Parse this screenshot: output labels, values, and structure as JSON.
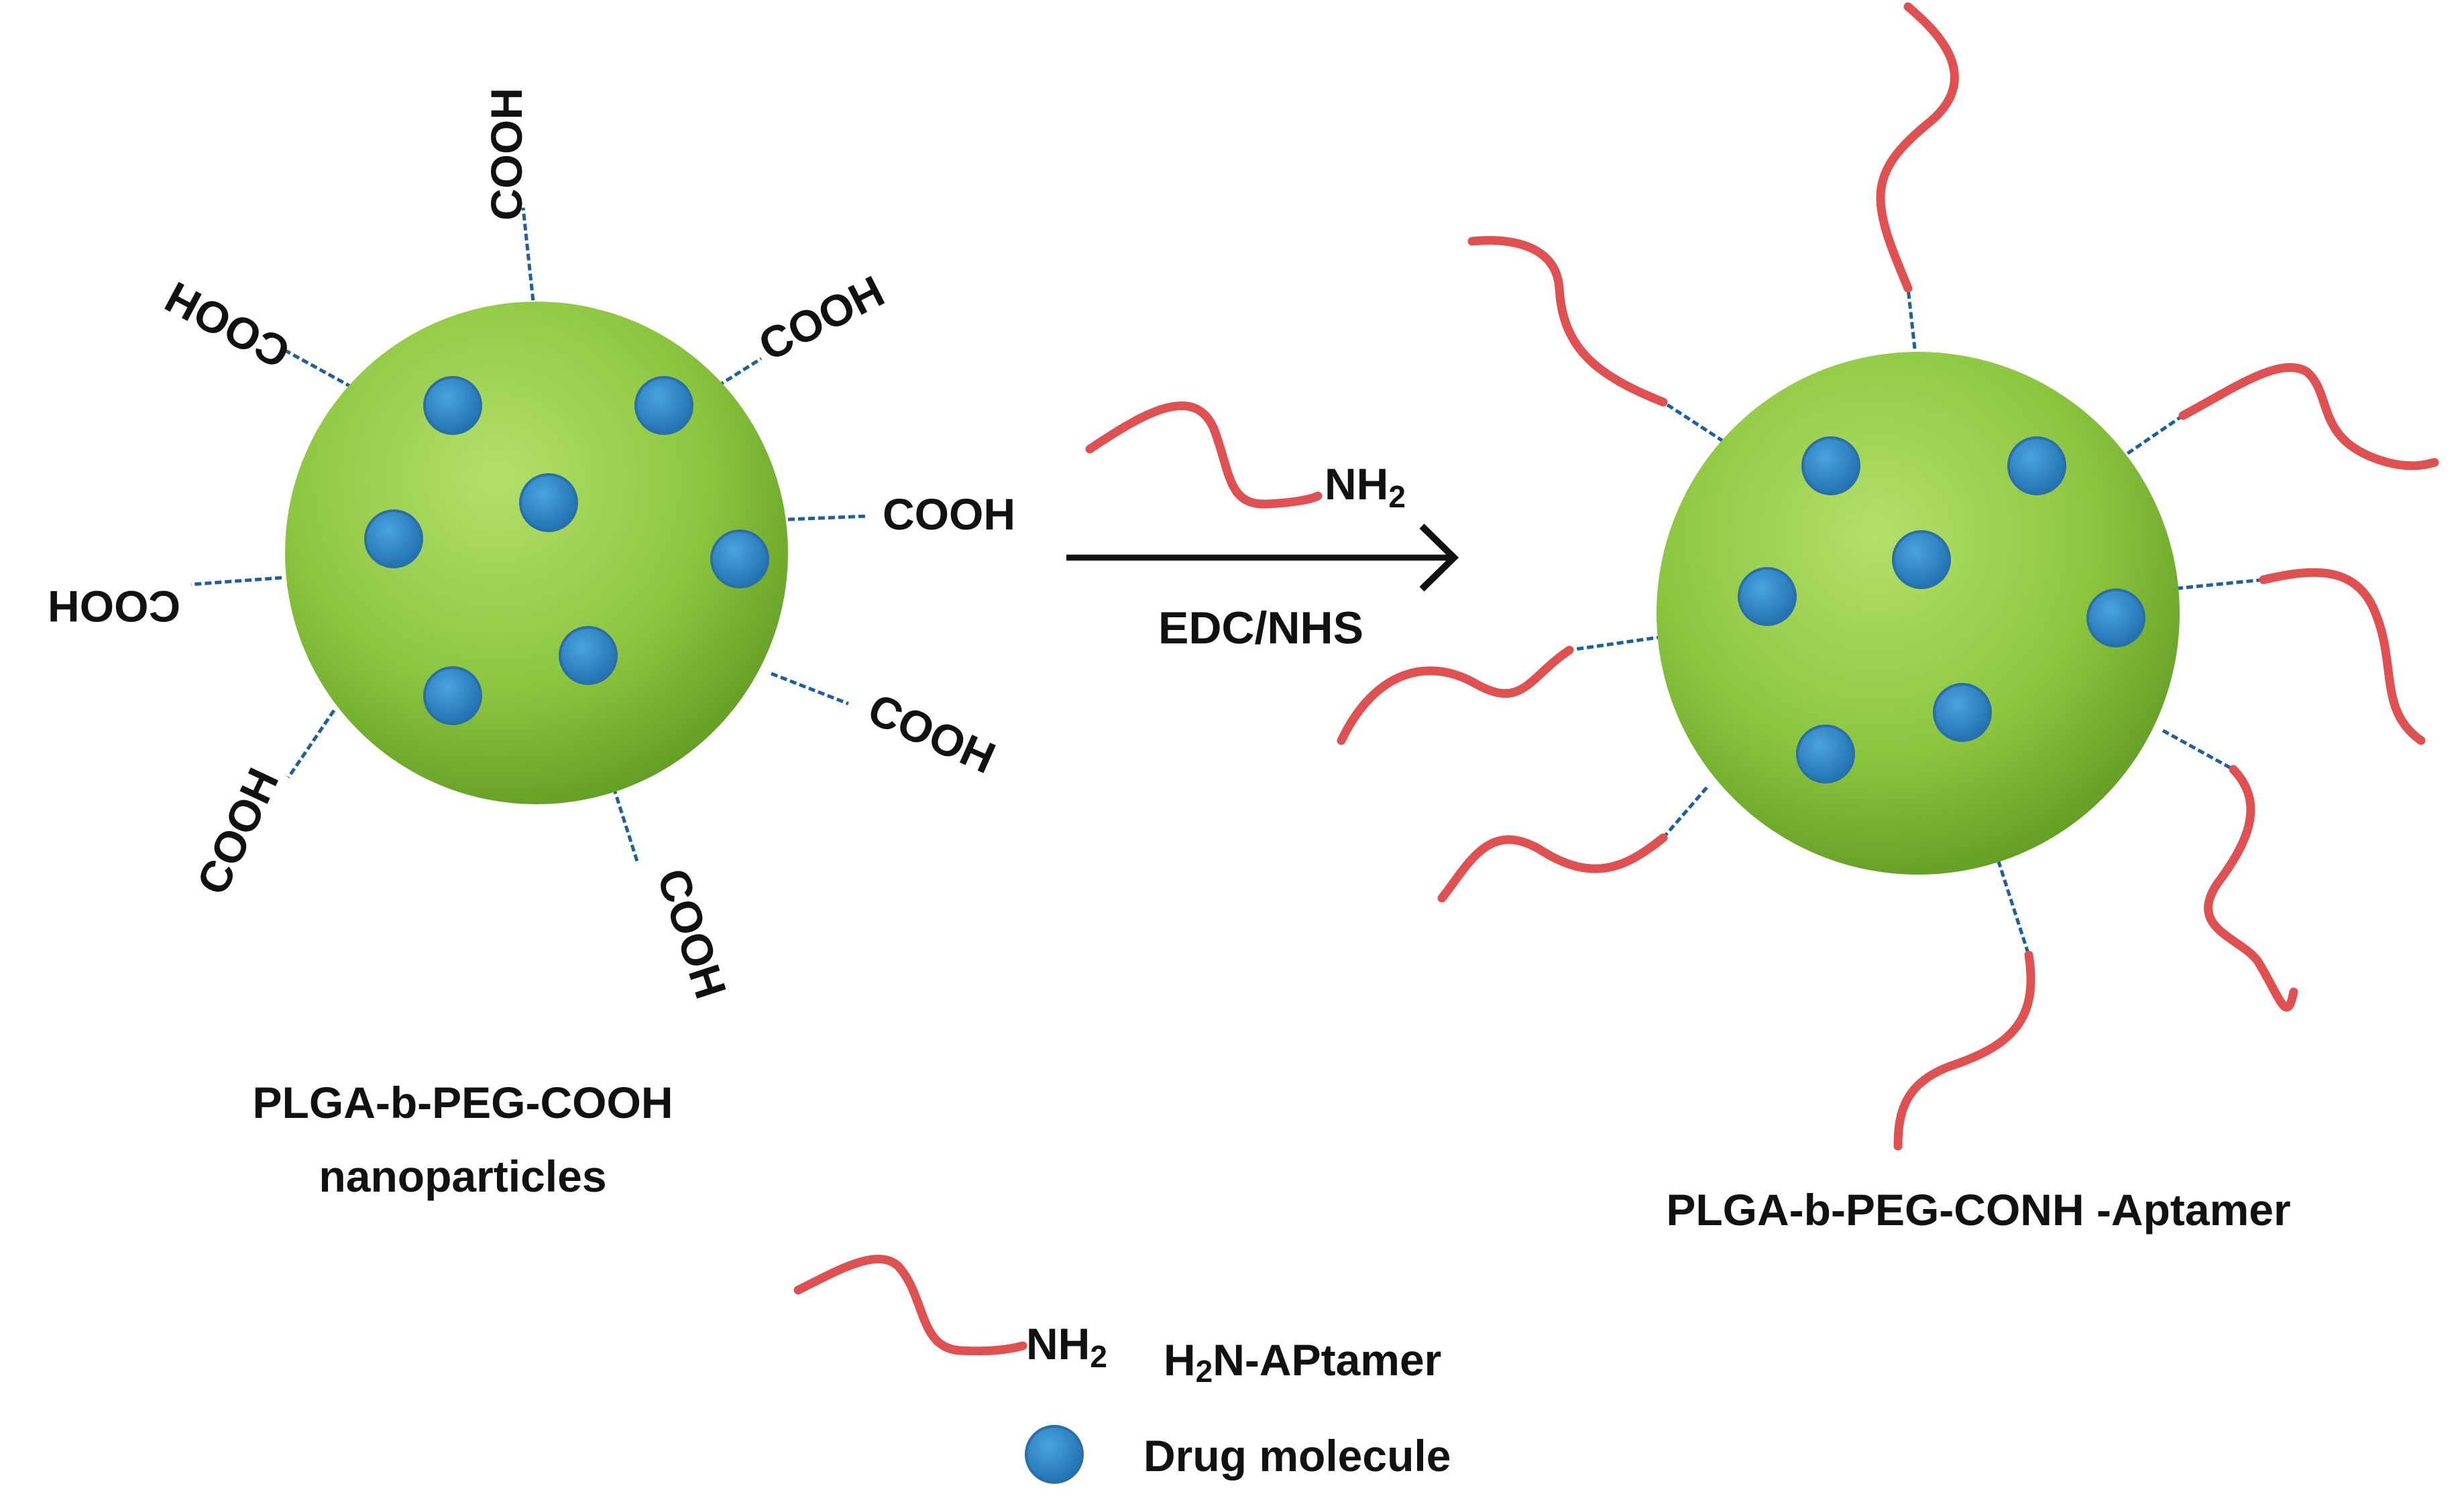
{
  "reactant": {
    "group_label": "COOH",
    "caption_line1": "PLGA-b-PEG-COOH",
    "caption_line2": "nanoparticles"
  },
  "reaction": {
    "reagent_label": "NH",
    "reagent_subscript": "2",
    "condition_label": "EDC/NHS"
  },
  "product": {
    "caption": "PLGA-b-PEG-CONH -Aptamer"
  },
  "legend": {
    "aptamer_end": "NH",
    "aptamer_end_subscript": "2",
    "aptamer_label_prefix": "H",
    "aptamer_label_subscript": "2",
    "aptamer_label_suffix": "N-APtamer",
    "drug_label": "Drug molecule"
  },
  "colors": {
    "nanoparticle": "#8cc63f",
    "drug": "#2e86c8",
    "aptamer": "#e05050",
    "linker": "#1d5fa0"
  }
}
